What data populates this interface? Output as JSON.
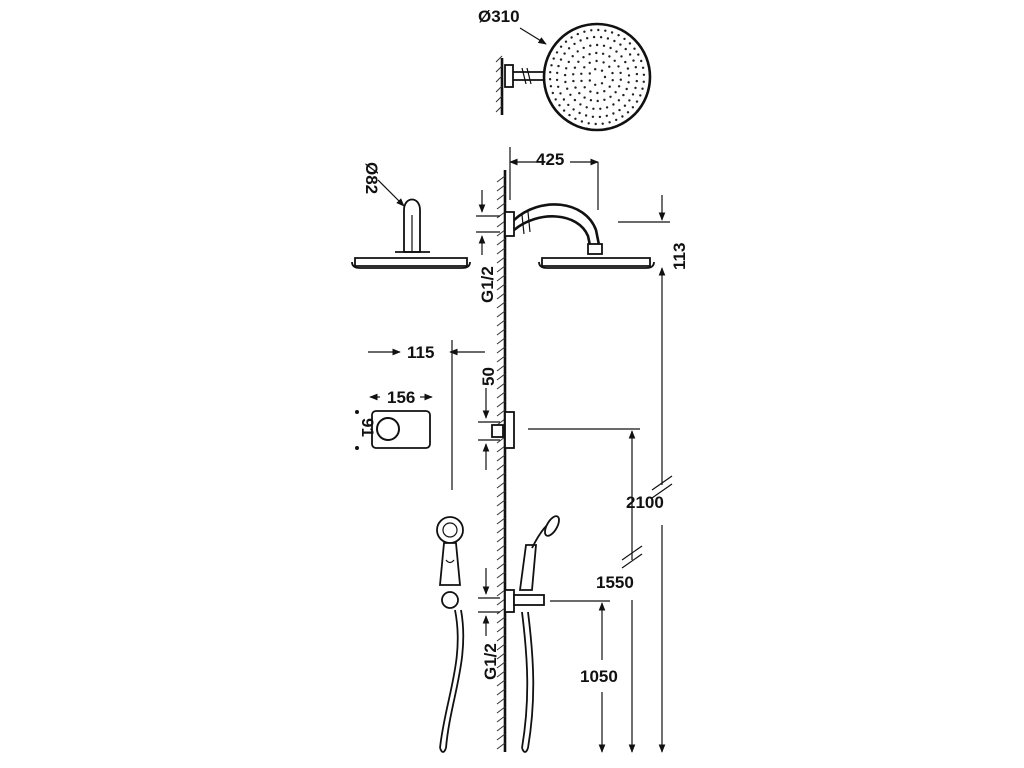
{
  "labels": {
    "rain_diameter": "Ø310",
    "arm_diameter": "Ø82",
    "arm_length": "425",
    "head_drop": "113",
    "thread_top": "G1/2",
    "thread_bottom": "G1/2",
    "ctrl_depth": "115",
    "ctrl_width": "156",
    "ctrl_height": "91",
    "ctrl_offset": "50",
    "h_total": "2100",
    "h_control": "1550",
    "h_outlet": "1050"
  }
}
